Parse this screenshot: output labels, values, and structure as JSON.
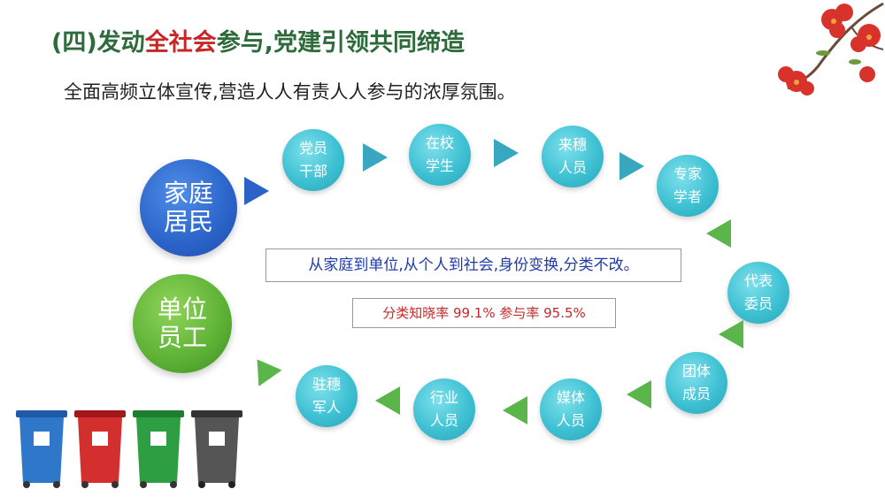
{
  "heading": {
    "prefix": "(四)发动",
    "highlight": "全社会",
    "suffix": "参与,党建引领共同缔造"
  },
  "subheading": "全面高频立体宣传,营造人人有责人人参与的浓厚氛围。",
  "nodes": {
    "family": "家庭\n居民",
    "employee": "单位\n员工",
    "cadre": "党员\n干部",
    "students": "在校\n学生",
    "migrants": "来穗\n人员",
    "experts": "专家\n学者",
    "deputies": "代表\n委员",
    "groups": "团体\n成员",
    "media": "媒体\n人员",
    "industry": "行业\n人员",
    "army": "驻穗\n军人"
  },
  "statement": "从家庭到单位,从个人到社会,身份变换,分类不改。",
  "stats": "分类知晓率 99.1%   参与率 95.5%",
  "colors": {
    "title_green": "#2e6b3a",
    "highlight_red": "#c62828",
    "teal": "#3ec1d3",
    "blue": "#2b63c9",
    "green": "#5cb135"
  }
}
